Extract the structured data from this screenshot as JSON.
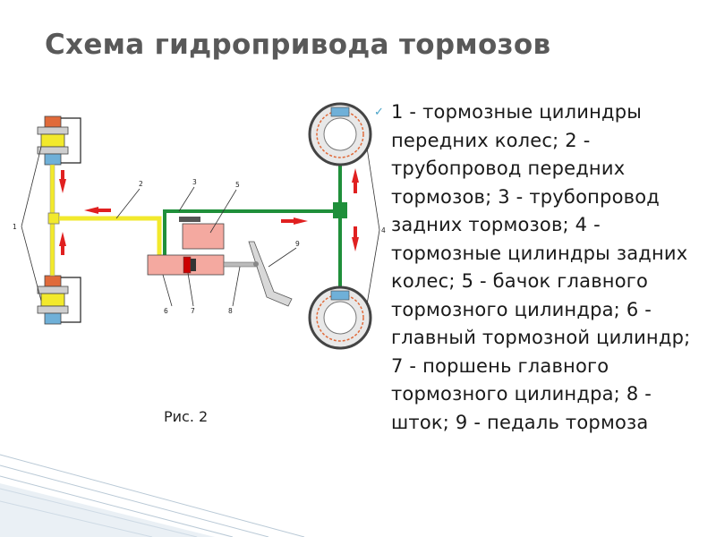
{
  "title": "Схема гидропривода тормозов",
  "caption": "Рис. 2",
  "legend_text": "1 - тормозные цилиндры передних колес; 2 - трубопровод передних тормозов; 3 - трубопровод задних тормозов; 4 - тормозные цилиндры задних колес; 5 - бачок главного тормозного цилиндра; 6 - главный тормозной цилиндр; 7 - поршень главного тормозного цилиндра; 8 - шток; 9 - педаль тормоза",
  "bullet_icon": "checkmark-bullet-icon",
  "diagram": {
    "callouts": {
      "c1": "1",
      "c2": "2",
      "c3": "3",
      "c4": "4",
      "c5": "5",
      "c6": "6",
      "c7": "7",
      "c8": "8",
      "c9": "9"
    },
    "colors": {
      "front_circuit": "#f2e92c",
      "rear_circuit": "#1f8f3a",
      "master_cylinder": "#f4a9a0",
      "arrow": "#e02020",
      "drum": "#444444"
    }
  }
}
